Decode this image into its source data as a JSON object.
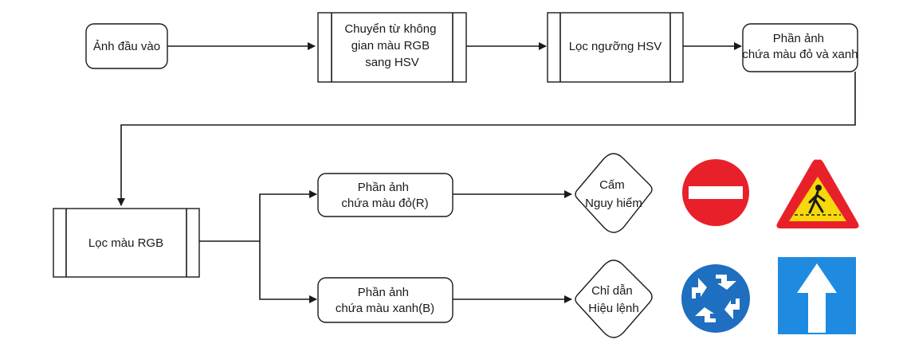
{
  "nodes": {
    "input_image": {
      "lines": [
        "Ảnh đầu vào"
      ]
    },
    "rgb_to_hsv": {
      "lines": [
        "Chuyển từ không",
        "gian màu RGB",
        "sang HSV"
      ]
    },
    "hsv_threshold": {
      "lines": [
        "Lọc ngưỡng HSV"
      ]
    },
    "red_blue_region": {
      "lines": [
        "Phần ảnh",
        "chứa màu đỏ và xanh"
      ]
    },
    "rgb_filter": {
      "lines": [
        "Lọc màu RGB"
      ]
    },
    "red_region": {
      "lines": [
        "Phần ảnh",
        "chứa màu đỏ(R)"
      ]
    },
    "blue_region": {
      "lines": [
        "Phần ảnh",
        "chứa màu xanh(B)"
      ]
    },
    "prohibit_danger": {
      "lines": [
        "Cấm",
        "Nguy hiểm"
      ]
    },
    "guide_command": {
      "lines": [
        "Chỉ dẫn",
        "Hiệu lệnh"
      ]
    }
  },
  "signs": {
    "no_entry": {
      "icon": "no-entry-sign-icon",
      "color": "#e8202a"
    },
    "pedestrian_warning": {
      "icon": "pedestrian-crossing-warning-icon",
      "border": "#e8202a",
      "fill": "#f5d90a"
    },
    "roundabout": {
      "icon": "roundabout-sign-icon",
      "color": "#1f6fc0"
    },
    "one_way_ahead": {
      "icon": "one-way-ahead-sign-icon",
      "color": "#1e8be0"
    }
  }
}
